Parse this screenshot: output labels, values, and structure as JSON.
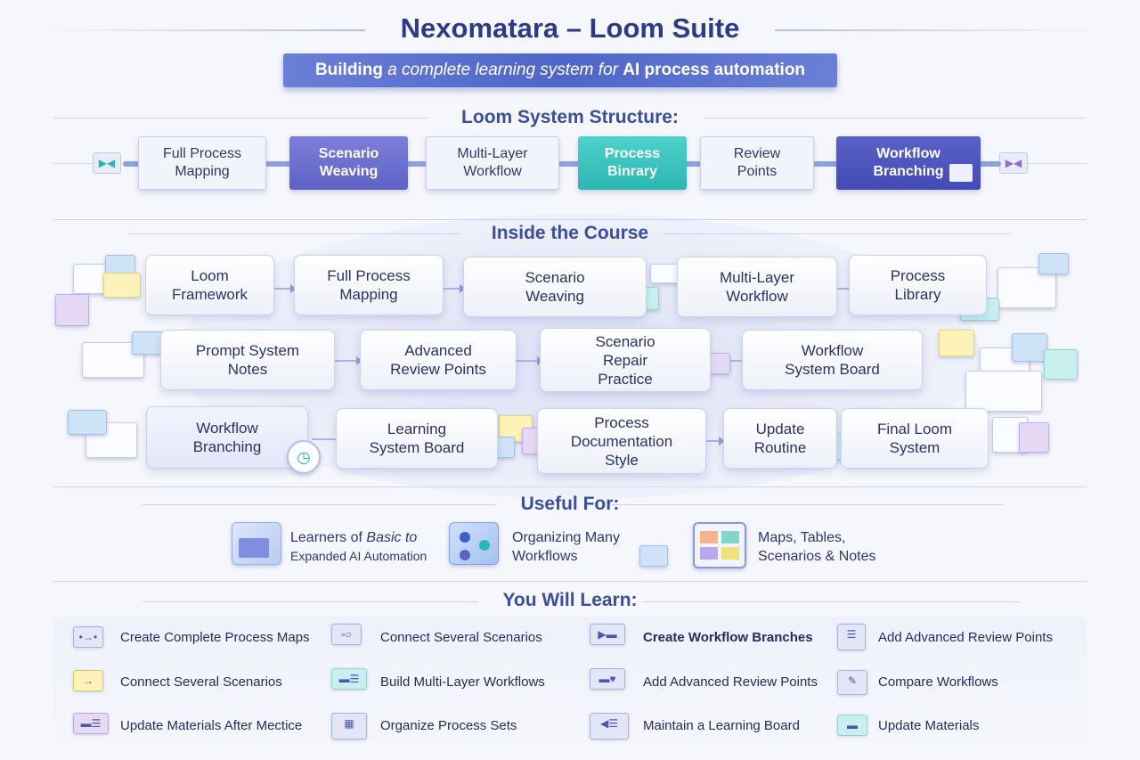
{
  "header": {
    "title": "Nexomatara – Loom Suite",
    "subtitle_prefix": "Building",
    "subtitle_mid": " a complete learning system for ",
    "subtitle_suffix": "AI process automation"
  },
  "structure": {
    "title": "Loom System Structure:",
    "items": [
      "Full Process Mapping",
      "Scenario Weaving",
      "Multi-Layer Workflow",
      "Process Binrary",
      "Review Points",
      "Workflow Branching"
    ]
  },
  "course": {
    "title": "Inside the Course",
    "items": [
      "Loom Framework",
      "Full Process Mapping",
      "Scenario Weaving",
      "Multi-Layer Workflow",
      "Process Library",
      "Prompt System Notes",
      "Advanced Review Points",
      "Scenario Repair Practice",
      "Workflow System Board",
      "Workflow Branching",
      "Learning System Board",
      "Process Documentation Style",
      "Update Routine",
      "Final Loom System"
    ]
  },
  "useful": {
    "title": "Useful For:",
    "items": [
      {
        "line1_a": "Learners of ",
        "line1_b": "Basic to",
        "line2": "Expanded AI Automation"
      },
      {
        "line1": "Organizing Many",
        "line2": "Workflows"
      },
      {
        "line1": "Maps, Tables,",
        "line2": "Scenarios & Notes"
      }
    ]
  },
  "learn": {
    "title": "You Will Learn:",
    "items": [
      "Create Complete Process Maps",
      "Connect Several Scenarios",
      "Create  Workflow Branches",
      "Add Advanced Review Points",
      "Connect Several Scenarios",
      "Build Multi-Layer Workflows",
      "Add Advanced Review Points",
      "Compare Workflows",
      "Update Materials After Mectice",
      "Organize Process Sets",
      "Maintain a Learning Board",
      "Update Materials"
    ]
  },
  "colors": {
    "accent_purple": "#5d62c4",
    "accent_teal": "#2bb7b3",
    "accent_navy": "#434ab3",
    "title": "#2d3a86"
  }
}
